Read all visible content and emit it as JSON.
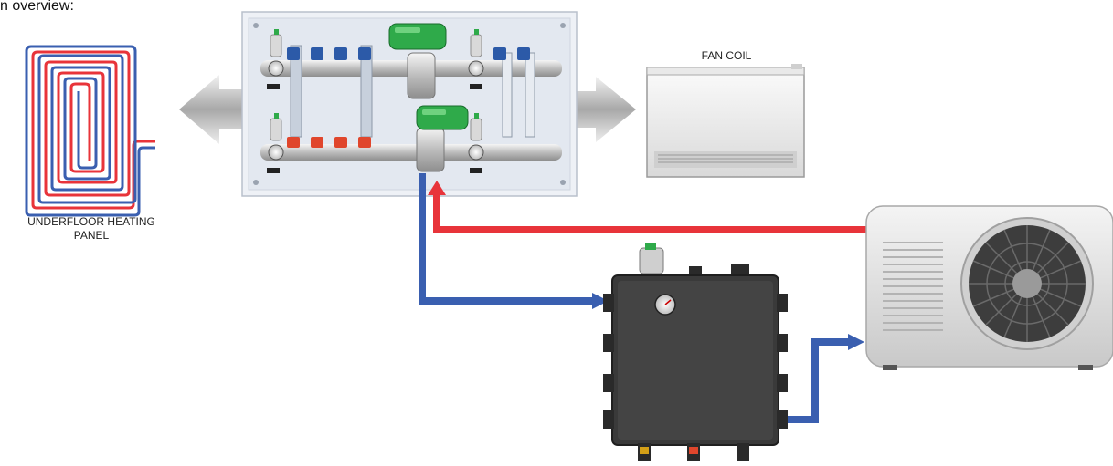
{
  "heading": "n overview:",
  "labels": {
    "underfloor_line1": "UNDERFLOOR HEATING",
    "underfloor_line2": "PANEL",
    "fan_coil": "FAN COIL"
  },
  "colors": {
    "supply_pipe": "#e8343a",
    "return_pipe": "#3a5fb0",
    "manifold_actuator": "#2faa4a",
    "buffer_tank": "#3a3a3a",
    "heat_pump_body": "#dcdcdc"
  },
  "icons": [
    "underfloor-coil-icon",
    "manifold-icon",
    "fan-coil-unit-icon",
    "buffer-tank-icon",
    "heat-pump-icon",
    "flow-arrow-icon"
  ]
}
